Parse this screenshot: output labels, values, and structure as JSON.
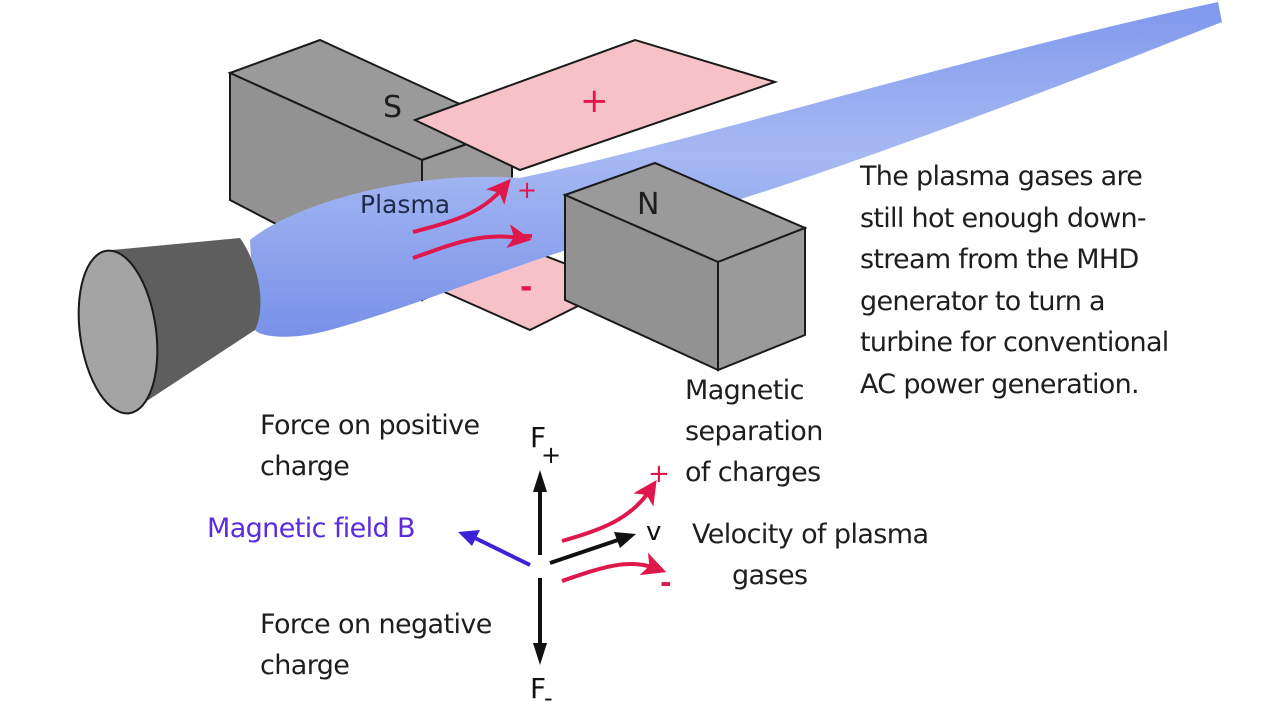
{
  "diagram": {
    "title": "MHD generator: magnetic separation of charges in plasma",
    "colors": {
      "magnet": "#9a9a9a",
      "magnet_dark": "#8c8c8c",
      "nozzle_side": "#5e5e5e",
      "nozzle_face": "#a4a4a4",
      "plasma": "#8aa2ee",
      "plate": "#f6c2c8",
      "charge": "#e0174a",
      "field_arrow": "#3a22d8",
      "text": "#1e1e1e"
    },
    "magnets": {
      "south_label": "S",
      "north_label": "N"
    },
    "plates": {
      "top_sign": "+",
      "bottom_sign": "-"
    },
    "plasma": {
      "label": "Plasma",
      "plus_sign": "+",
      "minus_sign": "-"
    },
    "vectors": {
      "force_positive_label": "F",
      "force_positive_sub": "+",
      "force_negative_label": "F",
      "force_negative_sub": "-",
      "velocity_label": "v",
      "plus_sign": "+",
      "minus_sign": "-"
    },
    "labels": {
      "force_positive": [
        "Force on positive",
        "charge"
      ],
      "force_negative": [
        "Force on negative",
        "charge"
      ],
      "magnetic_field": "Magnetic field B",
      "magnetic_separation": [
        "Magnetic",
        "separation",
        "of charges"
      ],
      "velocity": [
        "Velocity of plasma",
        "gases"
      ]
    },
    "caption": [
      "The plasma gases are",
      "still hot enough down-",
      "stream from the MHD",
      "generator to turn a",
      "turbine for conventional",
      "AC power generation."
    ]
  }
}
